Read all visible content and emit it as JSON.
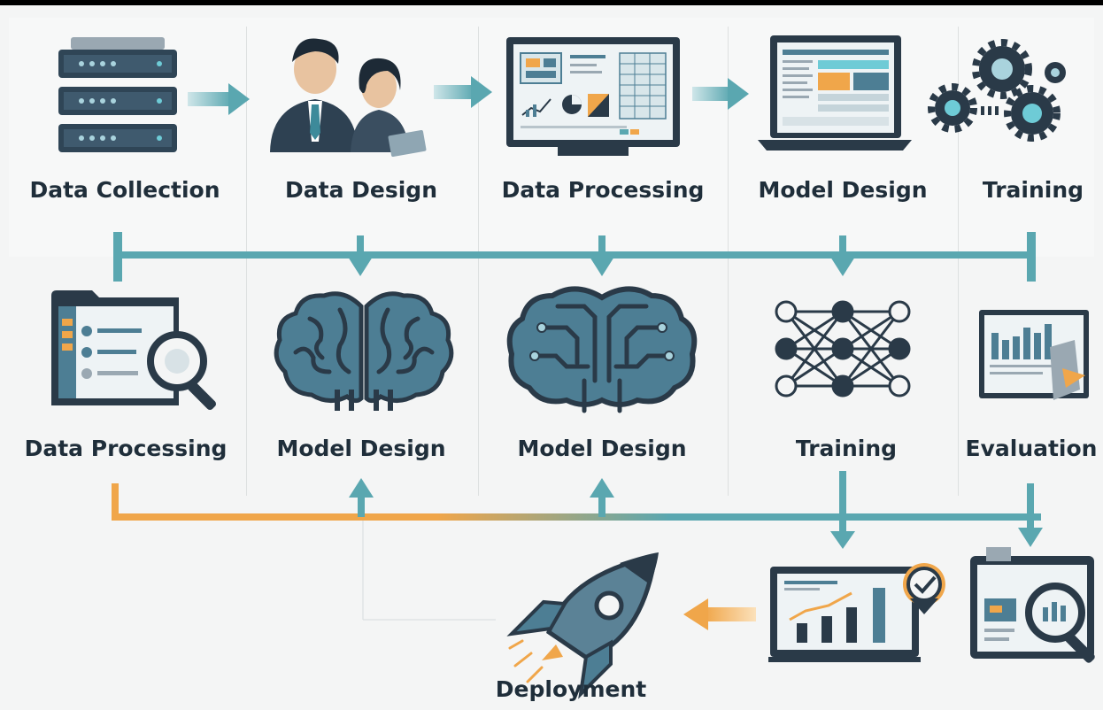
{
  "colors": {
    "teal": "#5aa7b0",
    "dark_navy": "#263645",
    "steel_blue": "#4d7e94",
    "orange": "#f0a64a",
    "light_blue": "#a9d3dd"
  },
  "stages_row1": [
    {
      "label": "Data Collection",
      "icon": "server-rack-icon"
    },
    {
      "label": "Data Design",
      "icon": "team-people-icon"
    },
    {
      "label": "Data Processing",
      "icon": "monitor-dashboard-icon"
    },
    {
      "label": "Model Design",
      "icon": "laptop-dashboard-icon"
    },
    {
      "label": "Training",
      "icon": "gears-icon"
    }
  ],
  "stages_row2": [
    {
      "label": "Data Processing",
      "icon": "folder-magnifier-icon"
    },
    {
      "label": "Model Design",
      "icon": "brain-icon"
    },
    {
      "label": "Model Design",
      "icon": "circuit-brain-icon"
    },
    {
      "label": "Training",
      "icon": "neural-network-icon"
    },
    {
      "label": "Evaluation",
      "icon": "report-chart-icon"
    }
  ],
  "final_stage": {
    "label": "Deployment",
    "icon": "rocket-icon"
  },
  "extra_icons": [
    "monitor-chart-check-icon",
    "clipboard-magnifier-icon"
  ]
}
